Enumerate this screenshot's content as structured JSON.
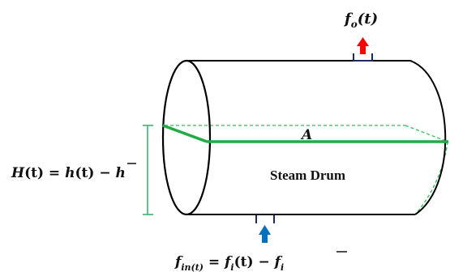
{
  "diagram": {
    "vessel_label": "Steam Drum",
    "area_label": "A",
    "outflow": {
      "f": "f",
      "sub": "o",
      "arg": "(t)",
      "arrow_color": "#ff0000"
    },
    "inflow": {
      "lhs_f": "f",
      "lhs_sub": "in(t)",
      "eq": " = ",
      "rhs_f": "f",
      "rhs_sub": "i",
      "rhs_arg": "(t) − ",
      "bar_f": "f",
      "bar_sub": "i",
      "arrow_color": "#0070c0"
    },
    "level": {
      "H": "H",
      "H_arg": "(t) = ",
      "h": "h",
      "h_arg": "(t) − ",
      "hbar": "h",
      "bracket_color": "#3cb371"
    },
    "colors": {
      "outline": "#000000",
      "water_level": "#22aa44",
      "dashed_surface": "#2ebd5a",
      "nozzle": "#1a2a5a"
    }
  }
}
